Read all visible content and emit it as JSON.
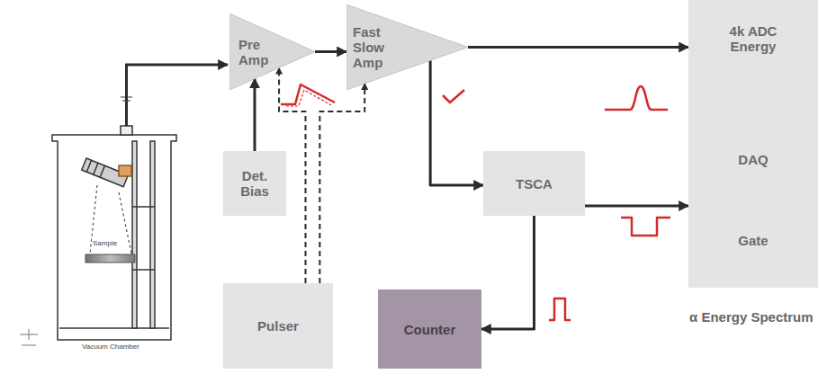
{
  "diagram": {
    "nodes": [
      {
        "text": [
          "Pre Amp"
        ]
      },
      {
        "text": [
          "Fast Slow Amp"
        ]
      },
      {
        "text": [
          "4k ADC Energy"
        ]
      },
      {
        "text": [
          "DAQ"
        ]
      },
      {
        "text": [
          "Gate"
        ]
      },
      {
        "text": [
          "Det. Bias"
        ]
      },
      {
        "text": [
          "TSCA"
        ]
      },
      {
        "text": [
          "Pulser"
        ]
      },
      {
        "text": [
          "Counter"
        ]
      }
    ],
    "edges": [
      {
        "from": 0,
        "to": 1,
        "arrow": "to"
      },
      {
        "from": 1,
        "to": 2,
        "arrow": "to"
      },
      {
        "from": 1,
        "to": 6,
        "arrow": "to"
      },
      {
        "from": 6,
        "to": 4,
        "arrow": "to"
      },
      {
        "from": 6,
        "to": 8,
        "arrow": "to"
      },
      {
        "from": 5,
        "to": 0,
        "arrow": "to"
      },
      {
        "from": 7,
        "to": 0,
        "arrow": "to"
      },
      {
        "from": 7,
        "to": 1,
        "arrow": "to"
      }
    ],
    "labels": [
      "Sample",
      "Vacuum Chamber",
      "α Energy Spectrum"
    ]
  }
}
